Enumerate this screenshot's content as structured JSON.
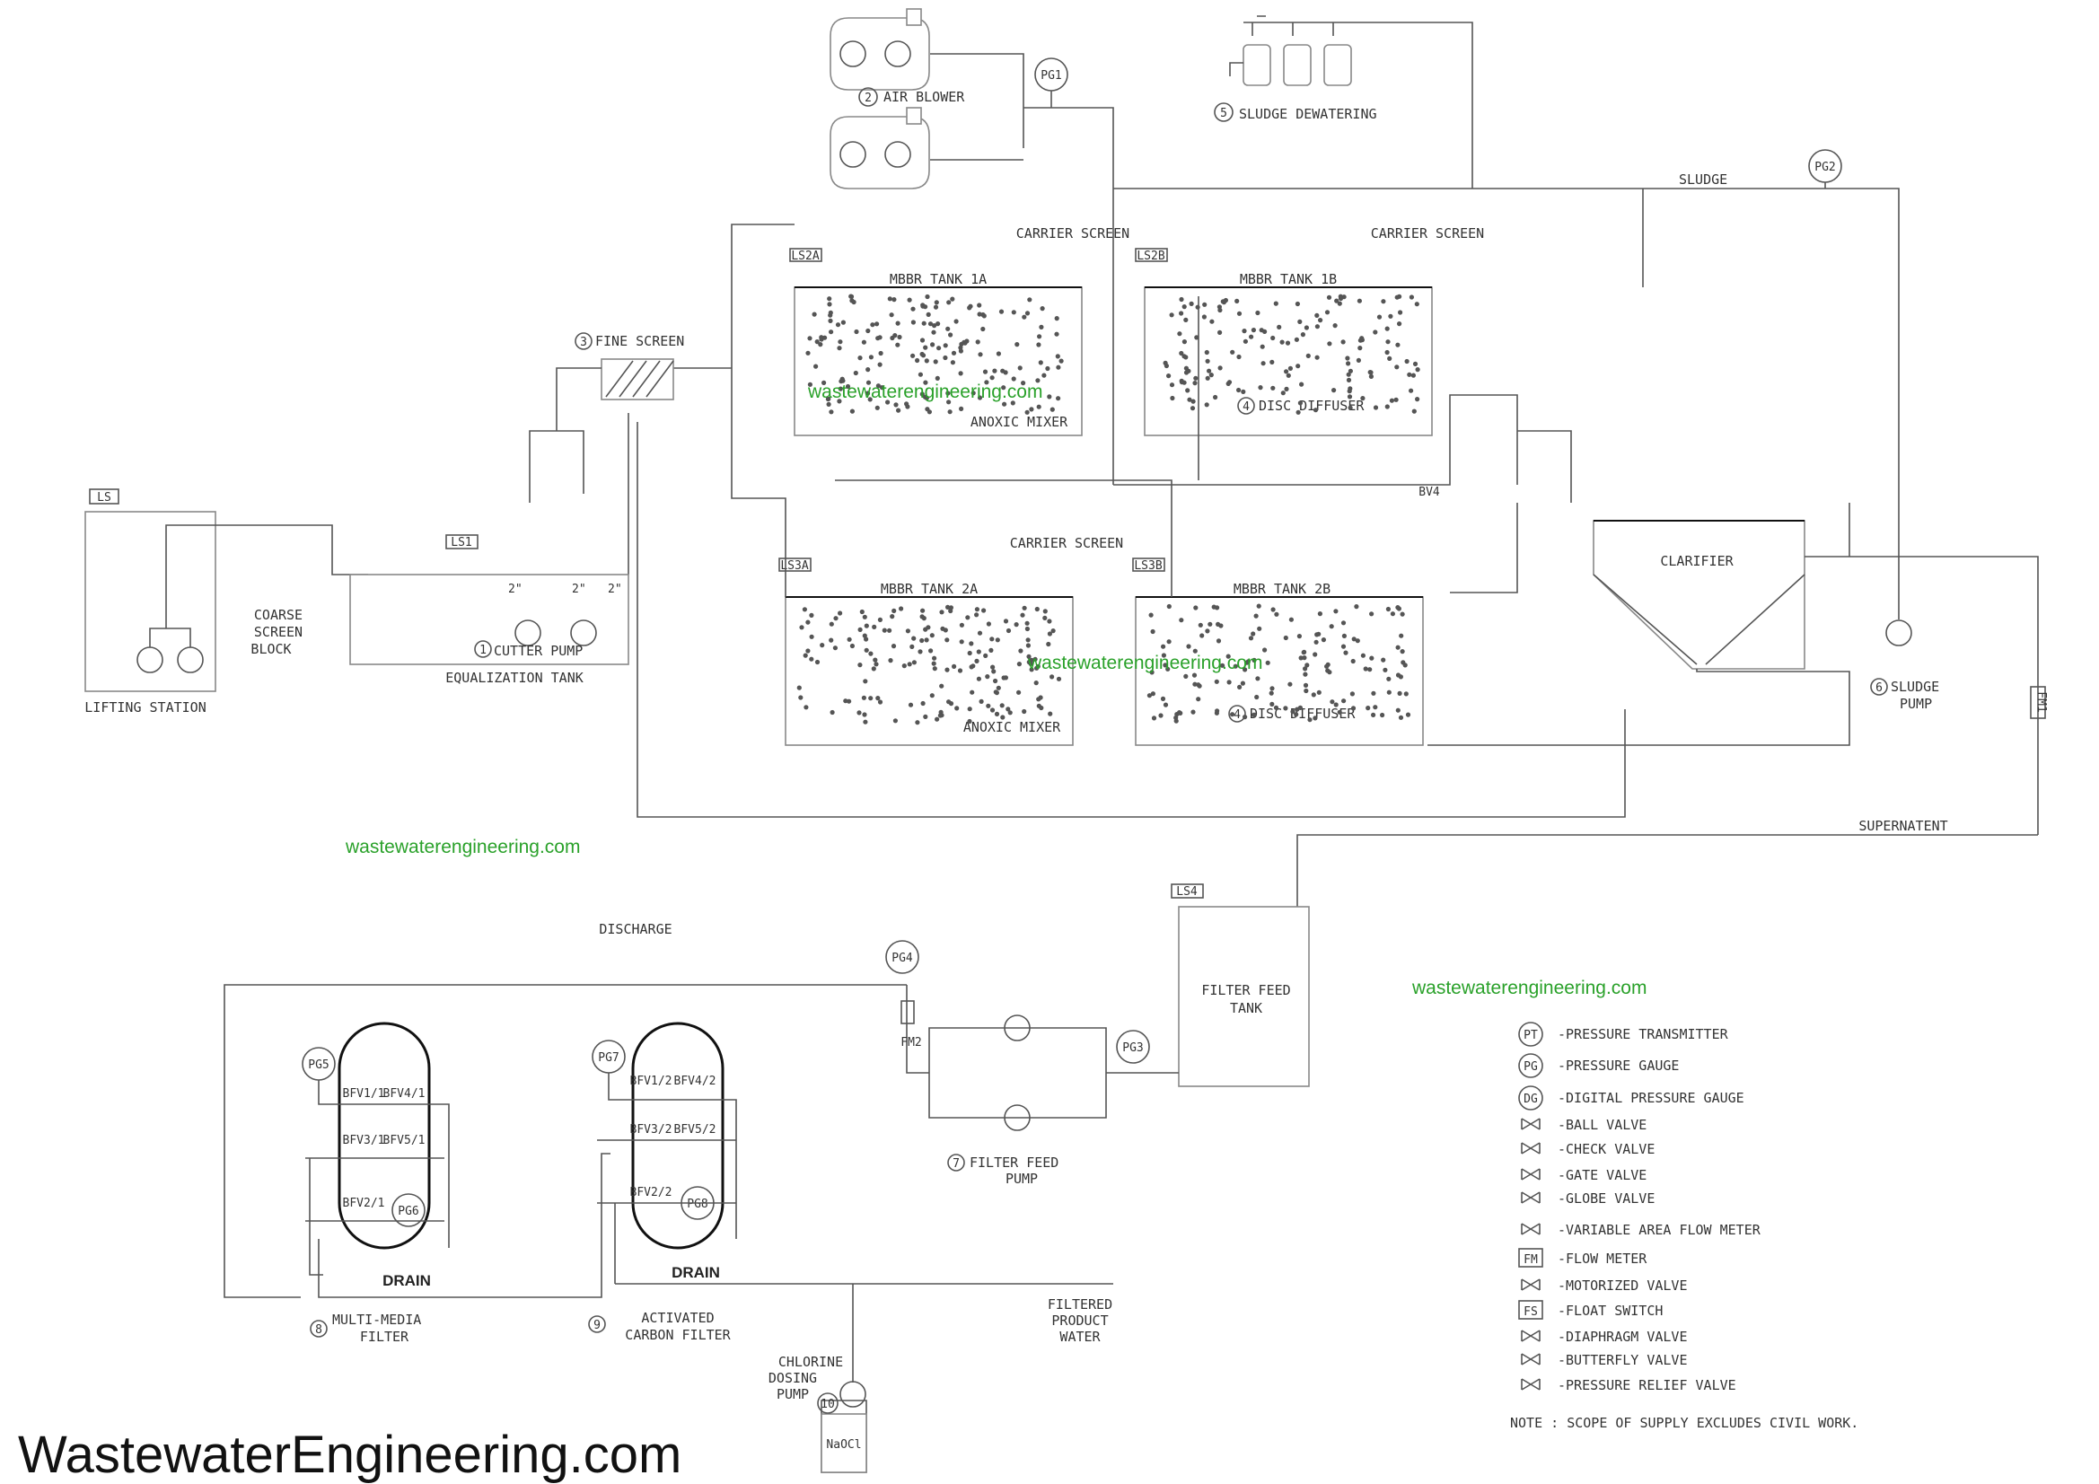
{
  "labels": {
    "air_blower": "AIR BLOWER",
    "sludge_dewatering": "SLUDGE DEWATERING",
    "sludge": "SLUDGE",
    "carrier_screen_1": "CARRIER SCREEN",
    "carrier_screen_2": "CARRIER SCREEN",
    "carrier_screen_3": "CARRIER SCREEN",
    "mbbr_1a": "MBBR TANK 1A",
    "mbbr_1b": "MBBR TANK 1B",
    "mbbr_2a": "MBBR TANK 2A",
    "mbbr_2b": "MBBR TANK 2B",
    "anoxic_mixer_1": "ANOXIC MIXER",
    "anoxic_mixer_2": "ANOXIC MIXER",
    "disc_diffuser_1": "DISC DIFFUSER",
    "disc_diffuser_2": "DISC DIFFUSER",
    "fine_screen": "FINE SCREEN",
    "coarse_screen_block": [
      "COARSE",
      "SCREEN",
      "BLOCK"
    ],
    "lifting_station": "LIFTING STATION",
    "cutter_pump": "CUTTER PUMP",
    "equalization_tank": "EQUALIZATION TANK",
    "clarifier": "CLARIFIER",
    "sludge_pump": [
      "SLUDGE",
      "PUMP"
    ],
    "supernatent": "SUPERNATENT",
    "discharge": "DISCHARGE",
    "filter_feed_tank": [
      "FILTER FEED",
      "TANK"
    ],
    "filter_feed_pump": [
      "FILTER FEED",
      "PUMP"
    ],
    "multi_media_filter": [
      "MULTI-MEDIA",
      "FILTER"
    ],
    "activated_carbon_filter": [
      "ACTIVATED",
      "CARBON FILTER"
    ],
    "filtered_product_water": [
      "FILTERED",
      "PRODUCT",
      "WATER"
    ],
    "chlorine_dosing_pump": [
      "CHLORINE",
      "DOSING",
      "PUMP"
    ],
    "naocl": "NaOCl",
    "drain": "DRAIN",
    "bv4": "BV4",
    "pipe_size": "2\""
  },
  "numbers": {
    "n1": "1",
    "n2": "2",
    "n3": "3",
    "n4": "4",
    "n5": "5",
    "n6": "6",
    "n7": "7",
    "n8": "8",
    "n9": "9",
    "n10": "10"
  },
  "tags": {
    "ls": "LS",
    "ls1": "LS1",
    "ls2a": "LS2A",
    "ls2b": "LS2B",
    "ls3a": "LS3A",
    "ls3b": "LS3B",
    "ls4": "LS4",
    "pg1": "PG1",
    "pg2": "PG2",
    "pg3": "PG3",
    "pg4": "PG4",
    "pg5": "PG5",
    "pg6": "PG6",
    "pg7": "PG7",
    "pg8": "PG8",
    "fm1": "FM1",
    "fm2": "FM2"
  },
  "valves": {
    "bfv1_1": "BFV1/1",
    "bfv4_1": "BFV4/1",
    "bfv3_1": "BFV3/1",
    "bfv5_1": "BFV5/1",
    "bfv2_1": "BFV2/1",
    "bfv1_2": "BFV1/2",
    "bfv4_2": "BFV4/2",
    "bfv3_2": "BFV3/2",
    "bfv5_2": "BFV5/2",
    "bfv2_2": "BFV2/2"
  },
  "legend": [
    {
      "symbol": "PT",
      "text": "-PRESSURE TRANSMITTER",
      "icon": "circle-tag-icon"
    },
    {
      "symbol": "PG",
      "text": "-PRESSURE GAUGE",
      "icon": "circle-tag-icon"
    },
    {
      "symbol": "DG",
      "text": "-DIGITAL PRESSURE GAUGE",
      "icon": "circle-tag-icon"
    },
    {
      "symbol": "",
      "text": "-BALL VALVE",
      "icon": "ball-valve-icon"
    },
    {
      "symbol": "",
      "text": "-CHECK VALVE",
      "icon": "check-valve-icon"
    },
    {
      "symbol": "",
      "text": "-GATE VALVE",
      "icon": "gate-valve-icon"
    },
    {
      "symbol": "",
      "text": "-GLOBE VALVE",
      "icon": "globe-valve-icon"
    },
    {
      "symbol": "",
      "text": "-VARIABLE AREA FLOW METER",
      "icon": "flow-meter-icon"
    },
    {
      "symbol": "FM",
      "text": "-FLOW METER",
      "icon": "box-tag-icon"
    },
    {
      "symbol": "",
      "text": "-MOTORIZED VALVE",
      "icon": "motorized-valve-icon"
    },
    {
      "symbol": "FS",
      "text": "-FLOAT SWITCH",
      "icon": "box-tag-icon"
    },
    {
      "symbol": "",
      "text": "-DIAPHRAGM VALVE",
      "icon": "diaphragm-valve-icon"
    },
    {
      "symbol": "",
      "text": "-BUTTERFLY VALVE",
      "icon": "butterfly-valve-icon"
    },
    {
      "symbol": "",
      "text": "-PRESSURE RELIEF VALVE",
      "icon": "relief-valve-icon"
    }
  ],
  "note": "NOTE : SCOPE OF SUPPLY EXCLUDES CIVIL WORK.",
  "watermark": "wastewaterengineering.com",
  "brand": "WastewaterEngineering.com",
  "colors": {
    "watermark": "#2aa12a",
    "line": "#555555"
  }
}
